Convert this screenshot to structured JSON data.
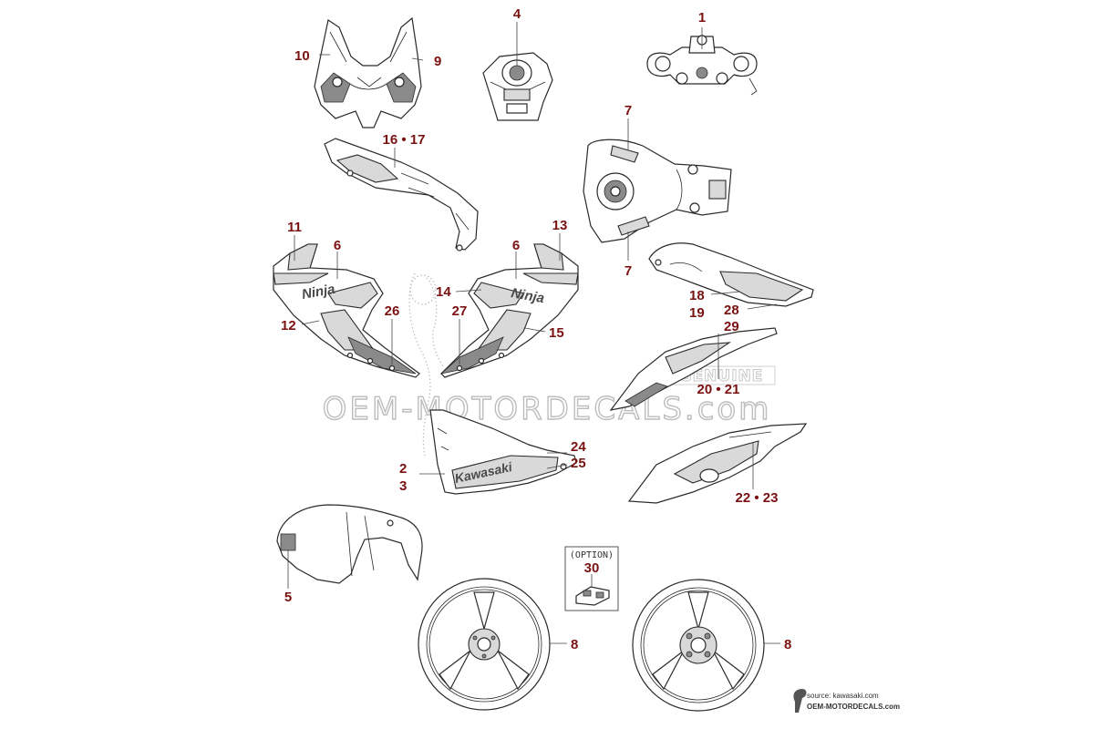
{
  "callouts": {
    "c1": "1",
    "c2": "2",
    "c3": "3",
    "c4": "4",
    "c5": "5",
    "c6a": "6",
    "c6b": "6",
    "c7a": "7",
    "c7b": "7",
    "c8a": "8",
    "c8b": "8",
    "c9": "9",
    "c10": "10",
    "c11": "11",
    "c12": "12",
    "c13": "13",
    "c14": "14",
    "c15": "15",
    "c16_17": "16 • 17",
    "c18": "18",
    "c19": "19",
    "c20_21": "20 • 21",
    "c22_23": "22 • 23",
    "c24": "24",
    "c25": "25",
    "c26": "26",
    "c27": "27",
    "c28": "28",
    "c29": "29",
    "c30": "30"
  },
  "option_label": "(OPTION)",
  "decal_text": {
    "ninja_left": "Ninja",
    "ninja_right": "Ninja",
    "kawasaki": "Kawasaki"
  },
  "watermark": {
    "main": "OEM-MOTORDECALS.com",
    "badge": "GENUINE"
  },
  "credit": {
    "source": "source: kawasaki.com",
    "site": "OEM-MOTORDECALS.com"
  },
  "colors": {
    "callout": "#7a1212",
    "line": "#2a2a2a"
  }
}
